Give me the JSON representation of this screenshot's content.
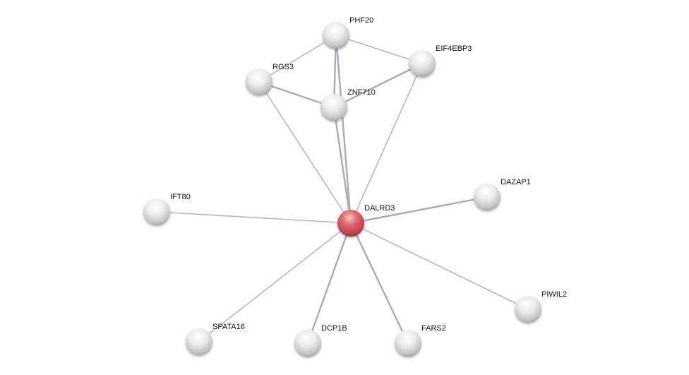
{
  "network": {
    "query_node": "DALRD3",
    "colors": {
      "query": "#d9595f",
      "partner": "#e4e4e4",
      "edge": "#b4b6c8"
    },
    "nodes": [
      {
        "id": "PHF20"
      },
      {
        "id": "EIF4EBP3"
      },
      {
        "id": "RGS3"
      },
      {
        "id": "ZNF710"
      },
      {
        "id": "DAZAP1"
      },
      {
        "id": "IFT80"
      },
      {
        "id": "DALRD3"
      },
      {
        "id": "PIWIL2"
      },
      {
        "id": "SPATA16"
      },
      {
        "id": "DCP1B"
      },
      {
        "id": "FARS2"
      }
    ],
    "edges": [
      {
        "source": "PHF20",
        "target": "RGS3",
        "strong": false
      },
      {
        "source": "PHF20",
        "target": "EIF4EBP3",
        "strong": false
      },
      {
        "source": "PHF20",
        "target": "ZNF710",
        "strong": true
      },
      {
        "source": "PHF20",
        "target": "DALRD3",
        "strong": true
      },
      {
        "source": "RGS3",
        "target": "ZNF710",
        "strong": true
      },
      {
        "source": "RGS3",
        "target": "DALRD3",
        "strong": false
      },
      {
        "source": "ZNF710",
        "target": "DALRD3",
        "strong": true
      },
      {
        "source": "ZNF710",
        "target": "EIF4EBP3",
        "strong": true
      },
      {
        "source": "EIF4EBP3",
        "target": "DALRD3",
        "strong": false
      },
      {
        "source": "DALRD3",
        "target": "IFT80",
        "strong": false
      },
      {
        "source": "DALRD3",
        "target": "DAZAP1",
        "strong": true
      },
      {
        "source": "DALRD3",
        "target": "PIWIL2",
        "strong": false
      },
      {
        "source": "DALRD3",
        "target": "SPATA16",
        "strong": false
      },
      {
        "source": "DALRD3",
        "target": "DCP1B",
        "strong": true
      },
      {
        "source": "DALRD3",
        "target": "FARS2",
        "strong": true
      }
    ]
  }
}
